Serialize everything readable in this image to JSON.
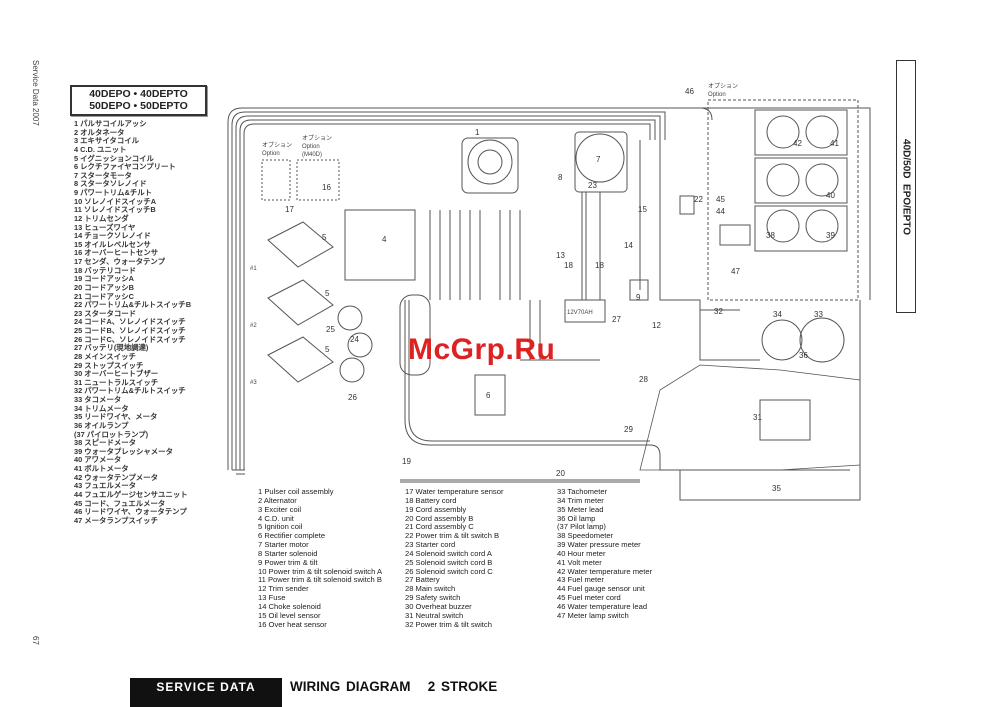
{
  "side_label": "Service Data 2007",
  "page_number": "67",
  "model_box": {
    "line1": "40DEPO • 40DEPTO",
    "line2": "50DEPO • 50DEPTO"
  },
  "right_tab": "40D/50D  EPO/EPTO",
  "footer": {
    "section": "SERVICE DATA",
    "title": "WIRING DIAGRAM   2 STROKE"
  },
  "watermark": "McGrp.Ru",
  "parts_jp": [
    "1 パルサコイルアッシ",
    "2 オルタネータ",
    "3 エキサイタコイル",
    "4 C.D. ユニット",
    "5 イグニッションコイル",
    "6 レクチファイヤコンプリート",
    "7 スタータモータ",
    "8 スタータソレノイド",
    "9 パワートリム&チルト",
    "10 ソレノイドスイッチA",
    "11 ソレノイドスイッチB",
    "12 トリムセンダ",
    "13 ヒューズワイヤ",
    "14 チョークソレノイド",
    "15 オイルレベルセンサ",
    "16 オーバーヒートセンサ",
    "17 センダ、ウォータテンプ",
    "18 バッテリコード",
    "19 コードアッシA",
    "20 コードアッシB",
    "21 コードアッシC",
    "22 パワートリム&チルトスイッチB",
    "23 スタータコード",
    "24 コードA、ソレノイドスイッチ",
    "25 コードB、ソレノイドスイッチ",
    "26 コードC、ソレノイドスイッチ",
    "27 バッテリ(現地調達)",
    "28 メインスイッチ",
    "29 ストップスイッチ",
    "30 オーバーヒートブザー",
    "31 ニュートラルスイッチ",
    "32 パワートリム&チルトスイッチ",
    "33 タコメータ",
    "34 トリムメータ",
    "35 リードワイヤ、メータ",
    "36 オイルランプ",
    "(37 パイロットランプ)",
    "38 スピードメータ",
    "39 ウォータプレッシャメータ",
    "40 アワメータ",
    "41 ボルトメータ",
    "42 ウォータテンプメータ",
    "43 フュエルメータ",
    "44 フュエルゲージセンサユニット",
    "45 コード、フュエルメータ",
    "46 リードワイヤ、ウォータテンプ",
    "47 メータランプスイッチ"
  ],
  "parts_en": [
    [
      "1 Pulser coil assembly",
      "2 Alternator",
      "3 Exciter coil",
      "4 C.D. unit",
      "5 Ignition coil",
      "6 Rectifier complete",
      "7 Starter motor",
      "8 Starter solenoid",
      "9 Power trim & tilt",
      "10 Power trim & tilt solenoid switch A",
      "11 Power trim & tilt solenoid switch B",
      "12 Trim sender",
      "13 Fuse",
      "14 Choke solenoid",
      "15 Oil level sensor",
      "16 Over heat sensor"
    ],
    [
      "17 Water temperature sensor",
      "18 Battery cord",
      "19 Cord assembly",
      "20 Cord assembly B",
      "21 Cord assembly C",
      "22 Power trim & tilt  switch B",
      "23 Starter cord",
      "24 Solenoid switch cord A",
      "25 Solenoid switch cord B",
      "26 Solenoid switch cord C",
      "27 Battery",
      "28 Main switch",
      "29 Safety switch",
      "30 Overheat buzzer",
      "31 Neutral switch",
      "32 Power trim & tilt switch"
    ],
    [
      "33 Tachometer",
      "34 Trim meter",
      "35 Meter lead",
      "36 Oil lamp",
      "(37 Pilot lamp)",
      "38 Speedometer",
      "39 Water pressure meter",
      "40 Hour meter",
      "41 Volt meter",
      "42 Water temperature meter",
      "43 Fuel meter",
      "44 Fuel gauge sensor unit",
      "45 Fuel meter cord",
      "46 Water temperature lead",
      "47 Meter lamp switch"
    ]
  ],
  "diagram": {
    "option_jp": "オプション",
    "option_en": "Option",
    "option_m40d": "(M40D)",
    "battery_label": "12V70AH",
    "cylinders": [
      "#1",
      "#2",
      "#3"
    ],
    "callouts": [
      "46",
      "1",
      "7",
      "8",
      "23",
      "15",
      "22",
      "17",
      "16",
      "5",
      "4",
      "13",
      "18",
      "18",
      "14",
      "9",
      "27",
      "12",
      "25",
      "24",
      "26",
      "6",
      "19",
      "20",
      "28",
      "29",
      "31",
      "35",
      "32",
      "34",
      "33",
      "36",
      "42",
      "41",
      "40",
      "45",
      "44",
      "38",
      "39",
      "47",
      "5",
      "5"
    ]
  }
}
